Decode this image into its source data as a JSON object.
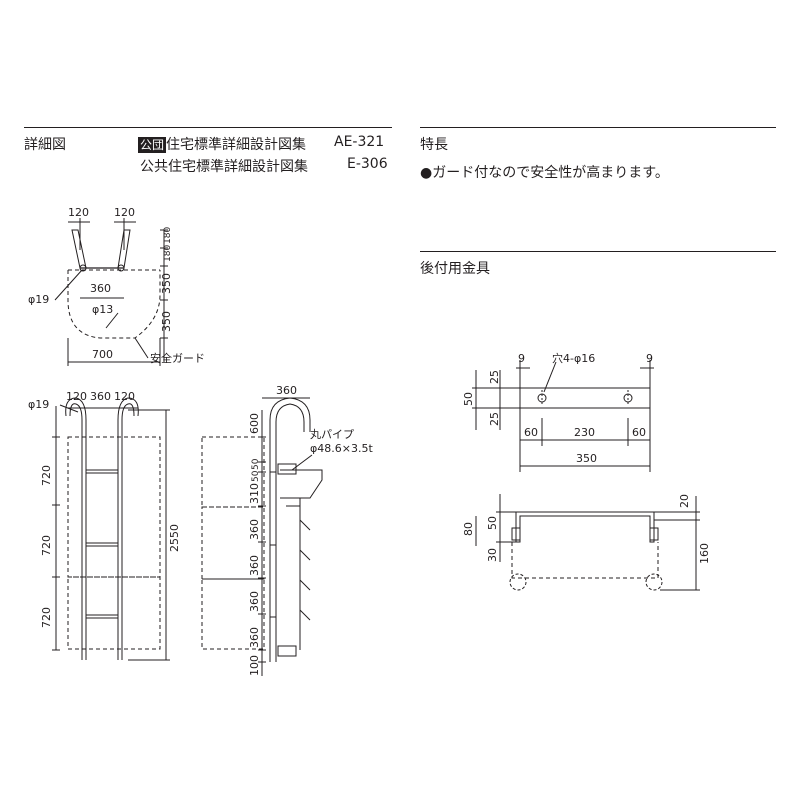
{
  "header": {
    "detail_title": "詳細図",
    "ref1_badge": "公団",
    "ref1_text": "住宅標準詳細設計図集",
    "ref1_code": "AE-321",
    "ref2_text": "公共住宅標準詳細設計図集",
    "ref2_code": "E-306"
  },
  "features": {
    "title": "特長",
    "bullet": "●ガード付なので安全性が高まります。"
  },
  "bracket": {
    "title": "後付用金具"
  },
  "plan": {
    "d_120a": "120",
    "d_120b": "120",
    "d_180a": "180",
    "d_180b": "180",
    "d_350a": "350",
    "d_350b": "350",
    "d_360": "360",
    "d_700": "700",
    "phi19": "φ19",
    "phi13": "φ13",
    "guard": "安全ガード"
  },
  "front": {
    "phi19": "φ19",
    "d_120a": "120",
    "d_360": "360",
    "d_120b": "120",
    "d_720a": "720",
    "d_720b": "720",
    "d_720c": "720",
    "d_2550": "2550"
  },
  "side": {
    "d_360": "360",
    "d_600": "600",
    "d_50a": "50",
    "d_50b": "50",
    "d_310": "310",
    "d_360a": "360",
    "d_360b": "360",
    "d_360c": "360",
    "d_360d": "360",
    "d_100": "100",
    "pipe_label": "丸パイプ",
    "pipe_spec": "φ48.6×3.5t"
  },
  "fitting_top": {
    "d_9a": "9",
    "d_9b": "9",
    "hole": "穴4-φ16",
    "d_25a": "25",
    "d_50": "50",
    "d_25b": "25",
    "d_60a": "60",
    "d_230": "230",
    "d_60b": "60",
    "d_350": "350"
  },
  "fitting_side": {
    "d_20": "20",
    "d_80": "80",
    "d_50": "50",
    "d_30": "30",
    "d_160": "160"
  }
}
